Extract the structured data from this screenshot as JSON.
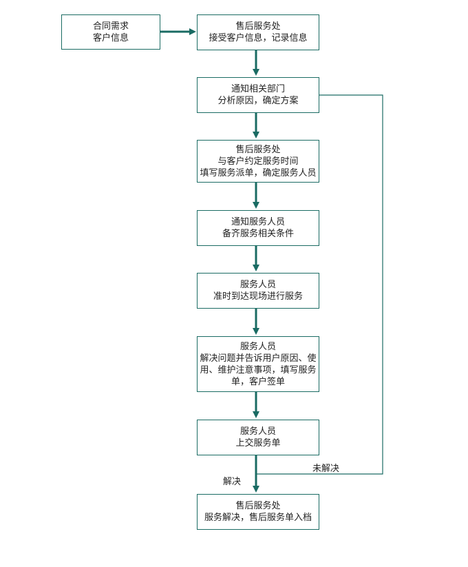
{
  "colors": {
    "box_border": "#1a6b63",
    "arrow": "#1a6b63",
    "text": "#222222"
  },
  "nodes": [
    {
      "id": "contract",
      "lines": [
        "合同需求",
        "客户信息"
      ]
    },
    {
      "id": "aftersales-receive",
      "lines": [
        "售后服务处",
        "接受客户信息，记录信息"
      ]
    },
    {
      "id": "notify-dept",
      "lines": [
        "通知相关部门",
        "分析原因，确定方案"
      ]
    },
    {
      "id": "aftersales-schedule",
      "lines": [
        "售后服务处",
        "与客户约定服务时间",
        "填写服务派单，确定服务人员"
      ]
    },
    {
      "id": "notify-staff",
      "lines": [
        "通知服务人员",
        "备齐服务相关条件"
      ]
    },
    {
      "id": "staff-arrive",
      "lines": [
        "服务人员",
        "准时到达现场进行服务"
      ]
    },
    {
      "id": "staff-resolve",
      "lines": [
        "服务人员",
        "解决问题并告诉用户原因、使",
        "用、维护注意事项，填写服务",
        "单，客户签单"
      ]
    },
    {
      "id": "staff-submit",
      "lines": [
        "服务人员",
        "上交服务单"
      ]
    },
    {
      "id": "aftersales-archive",
      "lines": [
        "售后服务处",
        "服务解决，售后服务单入档"
      ]
    }
  ],
  "edge_labels": {
    "resolved": "解决",
    "unresolved": "未解决"
  }
}
